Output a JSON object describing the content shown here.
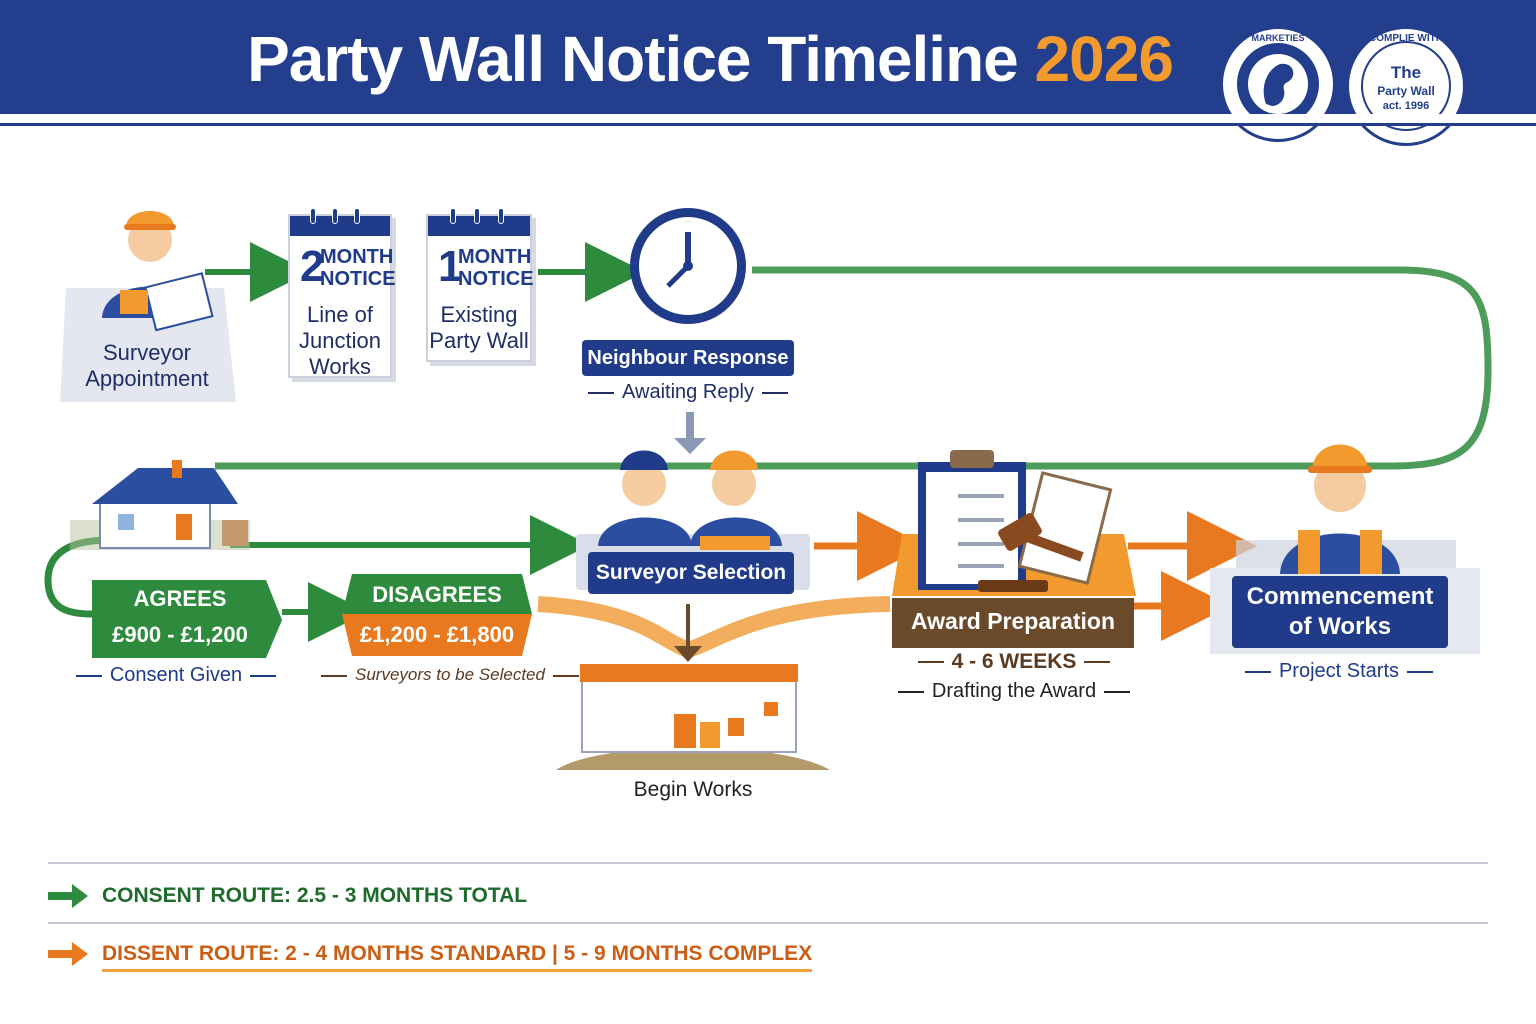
{
  "header": {
    "title": "Party Wall Notice Timeline",
    "title_year": "2026"
  },
  "badges": {
    "left": {
      "ring_text": "MARKETIES"
    },
    "right": {
      "ring_text": "COMPLIE WITH",
      "line1": "The",
      "line2": "Party Wall",
      "line3": "act. 1996"
    }
  },
  "top_row": {
    "surveyor_appointment": "Surveyor Appointment",
    "notice_2": {
      "number": "2",
      "head_line1": "MONTH",
      "head_line2": "NOTICE",
      "body": [
        "Line of",
        "Junction",
        "Works"
      ]
    },
    "notice_1": {
      "number": "1",
      "head_line1": "MONTH",
      "head_line2": "NOTICE",
      "body": [
        "Existing",
        "Party Wall"
      ]
    },
    "neighbour_response": "Neighbour Response",
    "awaiting_reply": "Awaiting Reply"
  },
  "bottom_row": {
    "agrees": {
      "title": "AGREES",
      "price": "£900 - £1,200",
      "note": "Consent Given"
    },
    "disagrees": {
      "title": "DISAGREES",
      "price": "£1,200 - £1,800",
      "note": "Surveyors to be Selected"
    },
    "surveyor_selection": "Surveyor Selection",
    "begin_works": "Begin Works",
    "award_preparation": "Award Preparation",
    "award_duration": "4 - 6 WEEKS",
    "award_note": "Drafting the Award",
    "commencement": [
      "Commencement",
      "of Works"
    ],
    "project_starts": "Project Starts"
  },
  "legend": {
    "consent": "CONSENT ROUTE: 2.5 - 3 MONTHS TOTAL",
    "dissent": "DISSENT ROUTE: 2 - 4 MONTHS STANDARD | 5 - 9 MONTHS COMPLEX"
  },
  "colors": {
    "navy": "#223e8c",
    "green": "#2e8b3d",
    "orange": "#e8791e",
    "brown": "#6b4a2b",
    "accent_year": "#f29a2e"
  },
  "icons": [
    "worker-icon",
    "calendar-icon",
    "clock-icon",
    "house-icon",
    "surveyors-icon",
    "clipboard-icon",
    "gavel-icon",
    "building-calendar-icon",
    "commencement-worker-icon"
  ]
}
